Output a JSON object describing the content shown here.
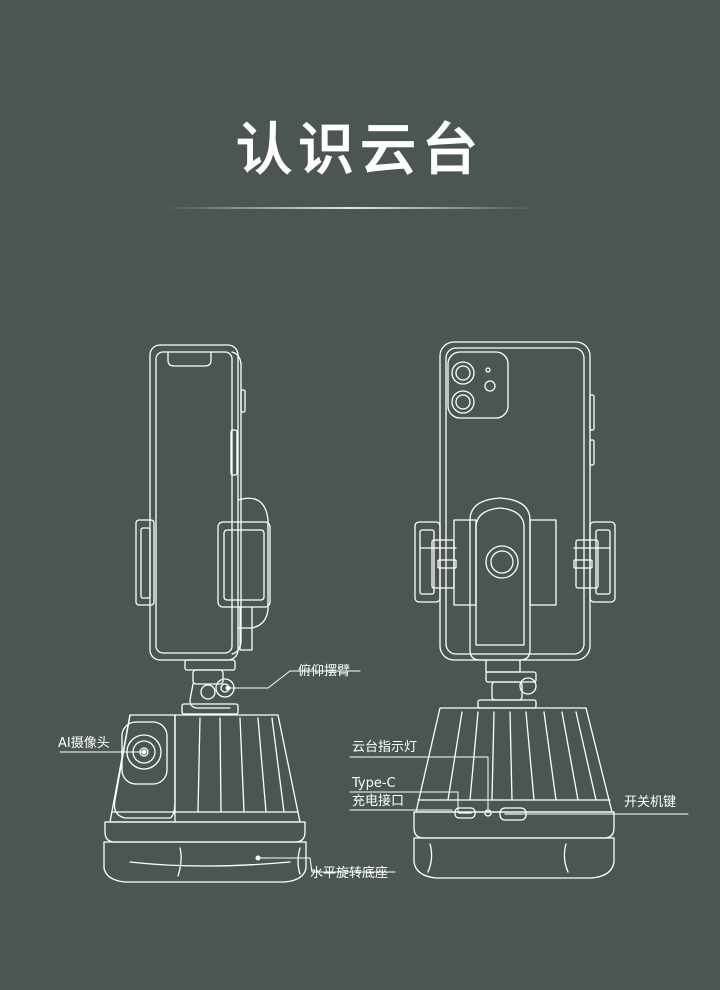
{
  "title": "认识云台",
  "labels": {
    "pitch_arm": "俯仰摆臂",
    "ai_camera": "AI摄像头",
    "rotating_base": "水平旋转底座",
    "indicator": "云台指示灯",
    "typec_line1": "Type-C",
    "typec_line2": "充电接口",
    "power_key": "开关机键"
  },
  "colors": {
    "background": "#4a5554",
    "line": "#ffffff"
  }
}
